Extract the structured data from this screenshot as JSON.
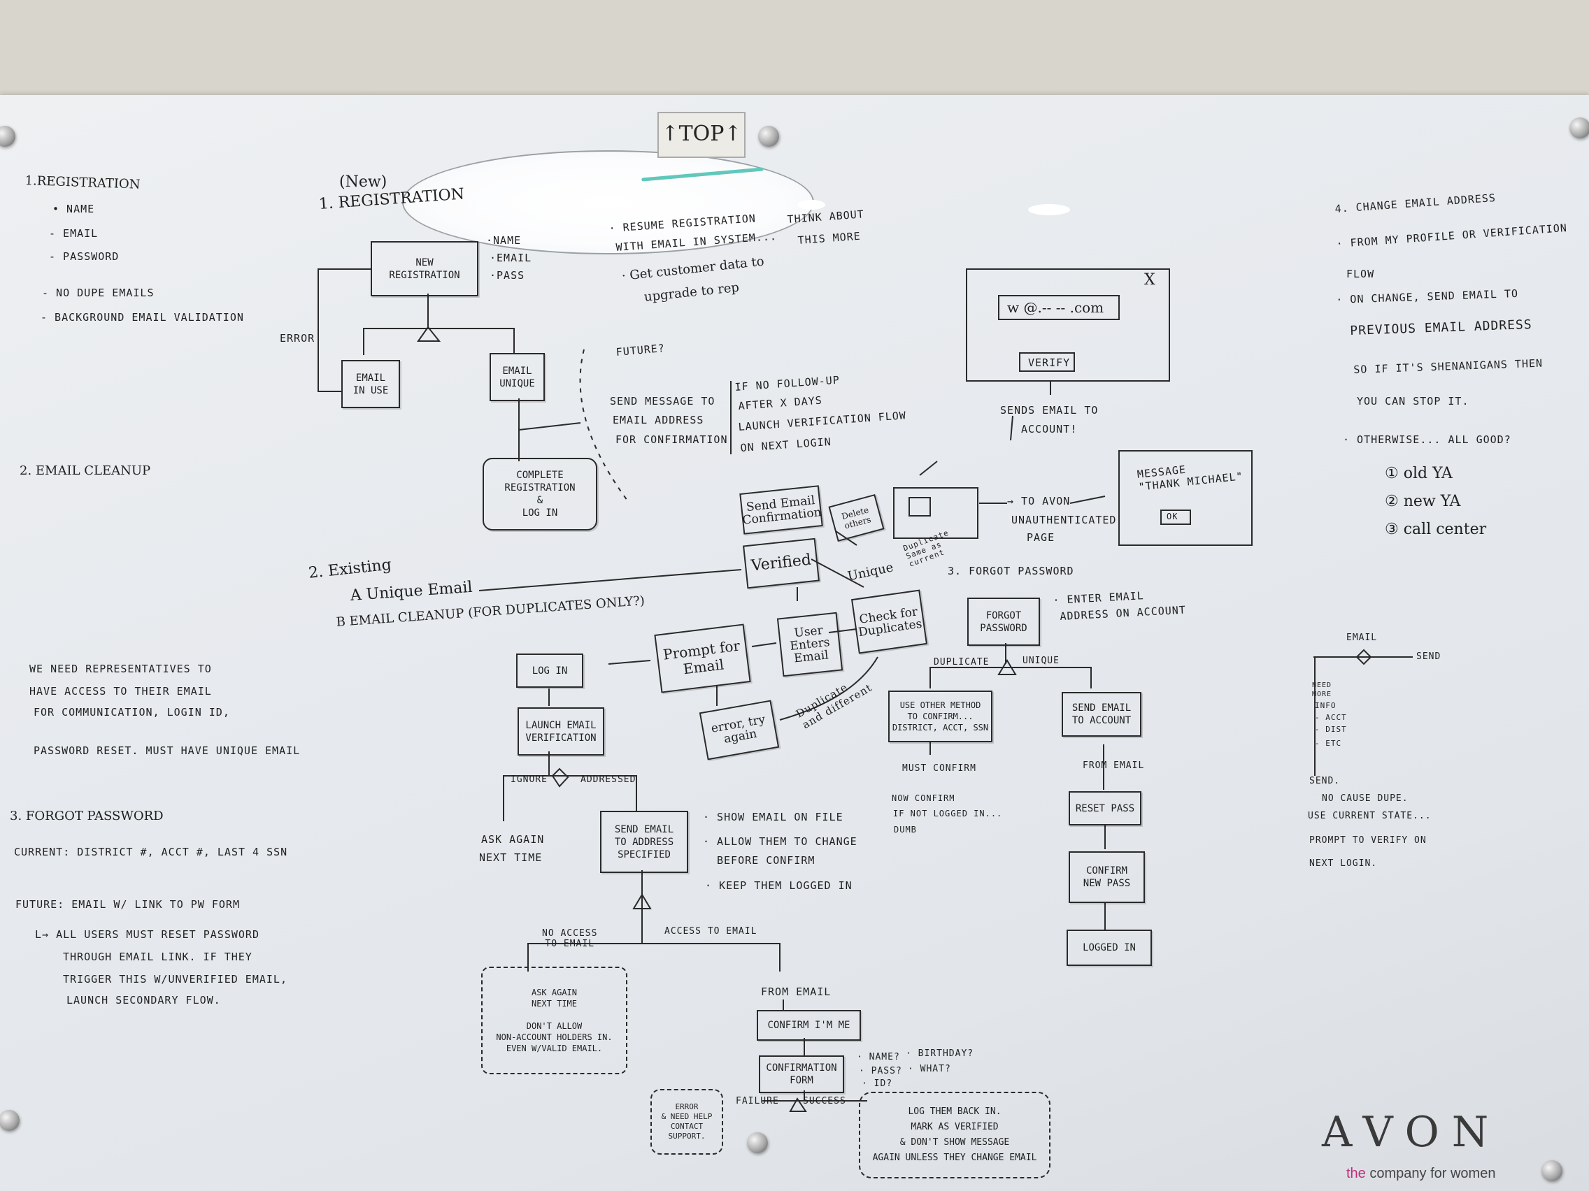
{
  "sign": {
    "label": "TOP",
    "arrow": "↑"
  },
  "brand": {
    "name": "AVON",
    "tagline_prefix": "the",
    "tagline_rest": " company for women"
  },
  "left_column": {
    "registration_title": "1.REGISTRATION",
    "registration_items": [
      "• NAME",
      "- EMAIL",
      "- PASSWORD"
    ],
    "registration_rules": [
      "- NO DUPE EMAILS",
      "- BACKGROUND EMAIL VALIDATION"
    ],
    "email_cleanup_title": "2. EMAIL CLEANUP",
    "needs_text": [
      "WE NEED REPRESENTATIVES TO",
      "HAVE ACCESS TO THEIR EMAIL",
      "FOR COMMUNICATION, LOGIN ID,",
      "PASSWORD RESET. MUST HAVE UNIQUE EMAIL"
    ],
    "forgot_title": "3. FORGOT PASSWORD",
    "forgot_current": "CURRENT: DISTRICT #, ACCT #, LAST 4 SSN",
    "forgot_future": "FUTURE: EMAIL W/ LINK TO PW FORM",
    "forgot_notes": [
      "L→ ALL USERS MUST RESET PASSWORD",
      "THROUGH EMAIL LINK. IF THEY",
      "TRIGGER THIS W/UNVERIFIED EMAIL,",
      "LAUNCH SECONDARY FLOW."
    ]
  },
  "new_registration": {
    "new_label": "(New)",
    "title": "1. REGISTRATION",
    "box_new": "NEW\nREGISTRATION",
    "fields": [
      "·NAME",
      "·EMAIL",
      "·PASS"
    ],
    "error": "ERROR",
    "box_in_use": "EMAIL\nIN USE",
    "box_unique": "EMAIL\nUNIQUE",
    "box_complete": "COMPLETE\nREGISTRATION\n&\nLOG IN",
    "future": "FUTURE?",
    "resume": [
      "· RESUME REGISTRATION",
      "WITH EMAIL IN SYSTEM..."
    ],
    "think": [
      "THINK ABOUT",
      "THIS MORE"
    ],
    "customer": [
      "· Get customer data to",
      "upgrade to rep"
    ],
    "send_message": [
      "SEND MESSAGE TO",
      "EMAIL ADDRESS",
      "FOR CONFIRMATION"
    ],
    "follow_up": [
      "IF NO FOLLOW-UP",
      "AFTER X DAYS",
      "LAUNCH VERIFICATION FLOW",
      "ON NEXT LOGIN"
    ]
  },
  "existing": {
    "title": "2. Existing",
    "unique": "A Unique Email",
    "cleanup": "B EMAIL CLEANUP (FOR DUPLICATES ONLY?)",
    "box_send_email": "Send Email\nConfirmation",
    "box_delete": "Delete\nothers",
    "box_verified": "Verified",
    "unique_label": "Unique",
    "dup_label": "Duplicate\nSame as\ncurrent",
    "box_check": "Check for\nDuplicates",
    "box_user_enters": "User\nEnters\nEmail",
    "box_prompt": "Prompt for\nEmail",
    "box_login": "LOG IN",
    "box_error": "error, try\nagain",
    "dup_diff": "Duplicate\nand different",
    "box_launch": "LAUNCH EMAIL\nVERIFICATION",
    "ignore": "IGNORE",
    "addressed": "ADDRESSED",
    "ask_again": [
      "ASK AGAIN",
      "NEXT TIME"
    ],
    "box_send_address": "SEND EMAIL\nTO ADDRESS\nSPECIFIED",
    "send_notes": [
      "· SHOW EMAIL ON FILE",
      "· ALLOW THEM TO CHANGE",
      "BEFORE CONFIRM",
      "· KEEP THEM LOGGED IN"
    ],
    "no_access": "NO ACCESS\nTO EMAIL",
    "access": "ACCESS TO EMAIL",
    "box_ask_again": "ASK AGAIN\nNEXT TIME\n\nDON'T ALLOW\nNON-ACCOUNT HOLDERS IN.\nEVEN W/VALID EMAIL.",
    "from_email": "FROM EMAIL",
    "box_confirm_me": "CONFIRM I'M ME",
    "box_confirm_form": "CONFIRMATION\nFORM",
    "form_fields": [
      "· NAME?",
      "· PASS?",
      "· ID?",
      "· BIRTHDAY?",
      "· WHAT?"
    ],
    "failure": "FAILURE",
    "success": "SUCCESS",
    "box_error_support": "ERROR\n& NEED HELP\nCONTACT SUPPORT.",
    "box_log_back": "LOG THEM BACK IN.\nMARK AS VERIFIED\n& DON'T SHOW MESSAGE\nAGAIN UNLESS THEY CHANGE EMAIL"
  },
  "sketch": {
    "email_field": "w @.-- -- .com",
    "close": "X",
    "verify": "VERIFY",
    "sends": [
      "SENDS EMAIL TO",
      "ACCOUNT!"
    ],
    "to_avon": [
      "→ TO AVON",
      "UNAUTHENTICATED",
      "PAGE"
    ],
    "message": "MESSAGE\n\"THANK MICHAEL\"",
    "ok": "OK"
  },
  "forgot_flow": {
    "title": "3. FORGOT PASSWORD",
    "box_forgot": "FORGOT\nPASSWORD",
    "enter": [
      "· ENTER EMAIL",
      "ADDRESS ON ACCOUNT"
    ],
    "duplicate": "DUPLICATE",
    "unique": "UNIQUE",
    "box_other": "USE OTHER METHOD\nTO CONFIRM...\nDISTRICT, ACCT, SSN",
    "must_confirm": "MUST CONFIRM",
    "now_confirm": [
      "NOW CONFIRM",
      "IF NOT LOGGED IN...",
      "DUMB"
    ],
    "box_send_account": "SEND EMAIL\nTO ACCOUNT",
    "from_email": "FROM EMAIL",
    "box_reset": "RESET PASS",
    "box_confirm_new": "CONFIRM\nNEW PASS",
    "box_logged_in": "LOGGED IN"
  },
  "right_column": {
    "title": "4. CHANGE EMAIL ADDRESS",
    "lines": [
      "· FROM MY PROFILE OR VERIFICATION",
      "FLOW",
      "· ON CHANGE, SEND EMAIL TO",
      "PREVIOUS EMAIL ADDRESS",
      "SO IF IT'S SHENANIGANS THEN",
      "YOU CAN STOP IT.",
      "· OTHERWISE... ALL GOOD?"
    ],
    "options": [
      "① old YA",
      "② new YA",
      "③ call center"
    ],
    "mini_email": "EMAIL",
    "mini_send": "SEND",
    "mini_need": [
      "NEED",
      "MORE",
      "INFO",
      "- ACCT",
      "- DIST",
      "- ETC"
    ],
    "mini_notes": [
      "SEND.",
      "NO CAUSE DUPE.",
      "USE CURRENT STATE...",
      "PROMPT TO VERIFY ON",
      "NEXT LOGIN."
    ]
  }
}
